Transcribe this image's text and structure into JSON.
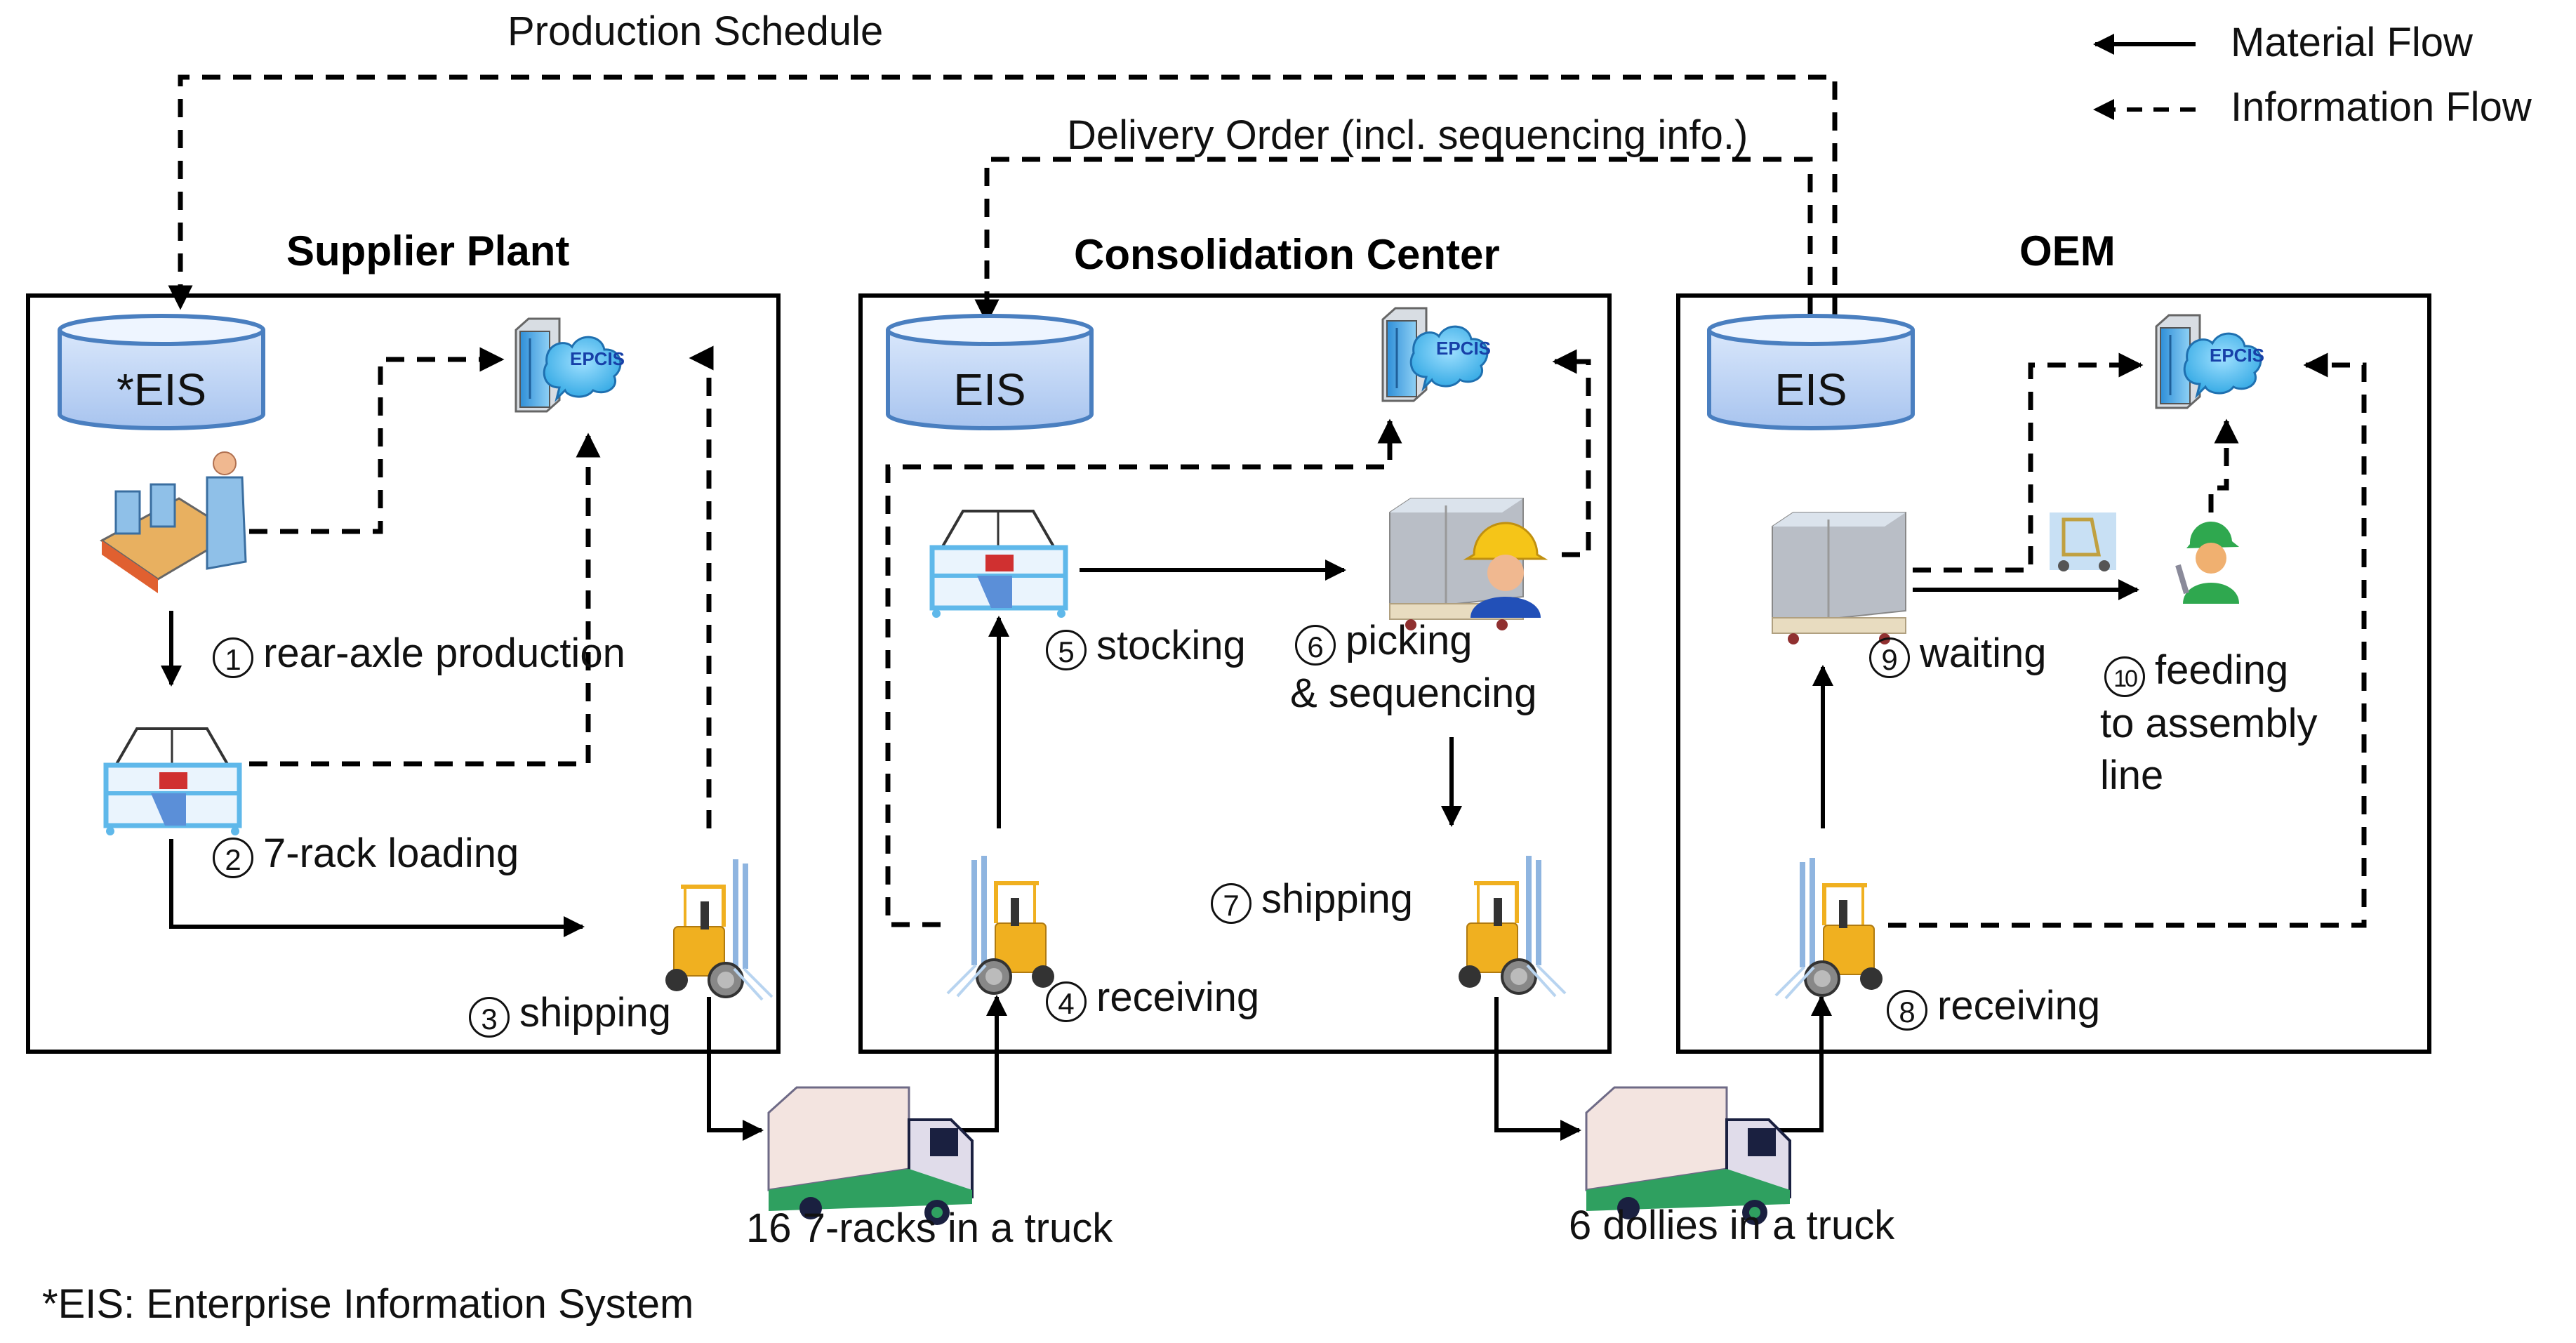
{
  "diagram": {
    "top_labels": {
      "production_schedule": "Production Schedule",
      "delivery_order": "Delivery Order (incl. sequencing info.)"
    },
    "legend": {
      "position": "top-right",
      "material_flow": "Material Flow",
      "information_flow": "Information Flow"
    },
    "sites": [
      {
        "id": "supplier",
        "title": "Supplier Plant",
        "eis_label": "*EIS",
        "epcis_label": "EPCIS"
      },
      {
        "id": "consolidation",
        "title": "Consolidation Center",
        "eis_label": "EIS",
        "epcis_label": "EPCIS"
      },
      {
        "id": "oem",
        "title": "OEM",
        "eis_label": "EIS",
        "epcis_label": "EPCIS"
      }
    ],
    "steps": [
      {
        "num": "1",
        "label": "rear-axle production"
      },
      {
        "num": "2",
        "label": "7-rack loading"
      },
      {
        "num": "3",
        "label": "shipping"
      },
      {
        "num": "4",
        "label": "receiving"
      },
      {
        "num": "5",
        "label": "stocking"
      },
      {
        "num": "6",
        "label": "picking",
        "label2": "& sequencing"
      },
      {
        "num": "7",
        "label": "shipping"
      },
      {
        "num": "8",
        "label": "receiving"
      },
      {
        "num": "9",
        "label": "waiting"
      },
      {
        "num": "10",
        "label": "feeding",
        "label2": "to assembly",
        "label3": "line"
      }
    ],
    "transport": {
      "truck1": "16 7-racks in a truck",
      "truck2": "6 dollies in a truck"
    },
    "footnote": "*EIS: Enterprise Information System",
    "colors": {
      "eis_fill": "#bcd4f5",
      "eis_border": "#4a7fc0",
      "epcis_cloud": "#3ab0e8",
      "epcis_text": "#1740a8",
      "forklift": "#f0b020",
      "rack": "#5fb8ea",
      "worker_green": "#2fa84f",
      "worker_blue": "#2250b8"
    }
  }
}
